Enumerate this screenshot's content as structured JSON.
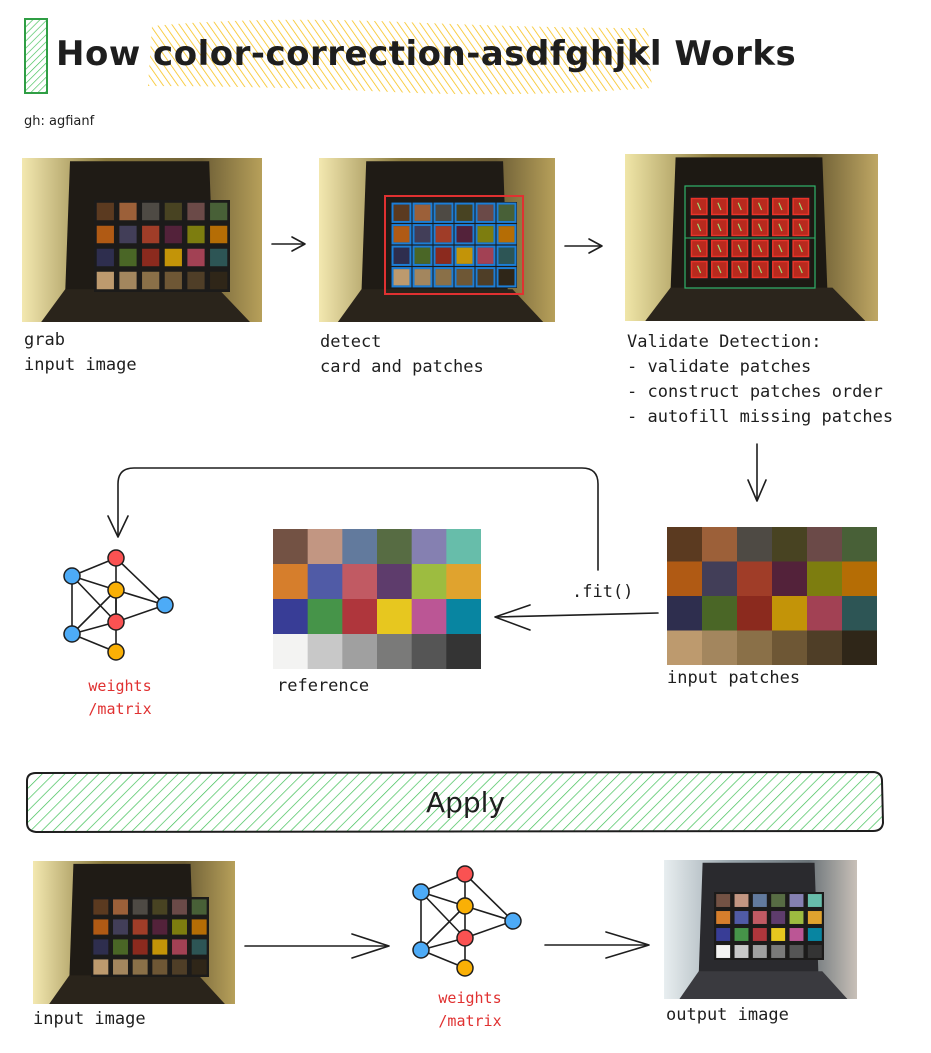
{
  "title": "How color-correction-asdfghjkl Works",
  "subtitle": "gh: agfianf",
  "colors": {
    "highlight": "#f8c21c",
    "green_hatch": "#40c057",
    "red_label": "#e03131",
    "node_red": "#fa5252",
    "node_yellow": "#fab005",
    "node_blue": "#4dabf7"
  },
  "steps": {
    "grab": "grab\ninput image",
    "detect": "detect\ncard and patches",
    "validate": "Validate Detection:\n- validate patches\n- construct patches order\n- autofill missing patches"
  },
  "fit_label": ".fit()",
  "weights_label": "weights\n/matrix",
  "reference_label": "reference",
  "input_patches_label": "input patches",
  "apply_label": "Apply",
  "apply_row": {
    "input_label": "input image",
    "weights_label": "weights\n/matrix",
    "output_label": "output image"
  },
  "reference_patches": [
    "#735244",
    "#c29682",
    "#627a9d",
    "#576c43",
    "#8580b1",
    "#67bdaa",
    "#d67e2c",
    "#505ba6",
    "#c15a63",
    "#5e3c6c",
    "#9dbc40",
    "#e0a32e",
    "#383d96",
    "#469449",
    "#af363c",
    "#e7c71f",
    "#bb5695",
    "#0885a1",
    "#f3f3f2",
    "#c8c8c8",
    "#a0a0a0",
    "#7a7a79",
    "#555555",
    "#343434"
  ],
  "input_patches": [
    "#5b3a20",
    "#9c6039",
    "#4e4a44",
    "#484322",
    "#6b4a48",
    "#486037",
    "#b05a14",
    "#423e58",
    "#a03d28",
    "#53223a",
    "#7d7d0f",
    "#b56d05",
    "#2e2e4e",
    "#4a6626",
    "#8b2a1e",
    "#c39408",
    "#a24154",
    "#2d5555",
    "#bd9a6e",
    "#a3865e",
    "#8a7048",
    "#6e5735",
    "#4f3e27",
    "#2f2618"
  ]
}
